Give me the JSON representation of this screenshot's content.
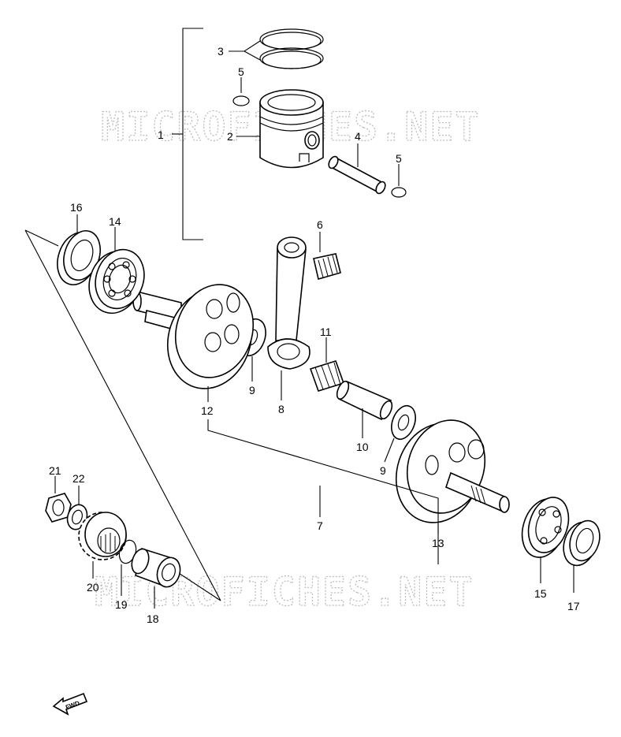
{
  "watermark": "MICROFICHES.NET",
  "fwd_label": "FWD",
  "callouts": [
    {
      "id": "1",
      "text": "1"
    },
    {
      "id": "2",
      "text": "2"
    },
    {
      "id": "3",
      "text": "3"
    },
    {
      "id": "4",
      "text": "4"
    },
    {
      "id": "5a",
      "text": "5"
    },
    {
      "id": "5b",
      "text": "5"
    },
    {
      "id": "6",
      "text": "6"
    },
    {
      "id": "7",
      "text": "7"
    },
    {
      "id": "8",
      "text": "8"
    },
    {
      "id": "9a",
      "text": "9"
    },
    {
      "id": "9b",
      "text": "9"
    },
    {
      "id": "10",
      "text": "10"
    },
    {
      "id": "11",
      "text": "11"
    },
    {
      "id": "12",
      "text": "12"
    },
    {
      "id": "13",
      "text": "13"
    },
    {
      "id": "14",
      "text": "14"
    },
    {
      "id": "15",
      "text": "15"
    },
    {
      "id": "16",
      "text": "16"
    },
    {
      "id": "17",
      "text": "17"
    },
    {
      "id": "18",
      "text": "18"
    },
    {
      "id": "19",
      "text": "19"
    },
    {
      "id": "20",
      "text": "20"
    },
    {
      "id": "21",
      "text": "21"
    },
    {
      "id": "22",
      "text": "22"
    }
  ]
}
